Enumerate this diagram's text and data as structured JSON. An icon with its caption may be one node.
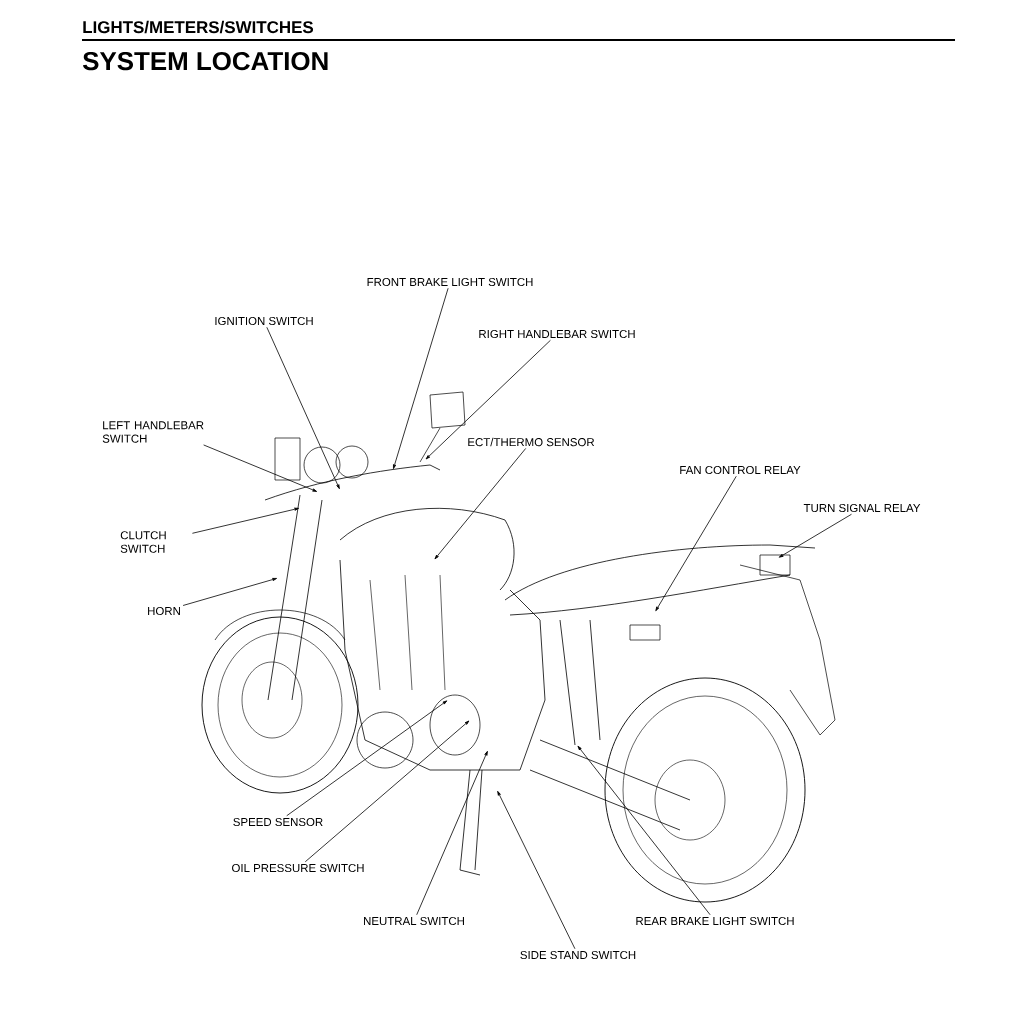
{
  "diagram": {
    "title": "SYSTEM LOCATION",
    "labels": [
      "LIGHTS/METERS/SWITCHES"
    ],
    "nodes": [
      {
        "text": [
          "FRONT BRAKE LIGHT SWITCH"
        ]
      },
      {
        "text": [
          "IGNITION SWITCH"
        ]
      },
      {
        "text": [
          "RIGHT HANDLEBAR SWITCH"
        ]
      },
      {
        "text": [
          "LEFT HANDLEBAR SWITCH"
        ]
      },
      {
        "text": [
          "ECT/THERMO SENSOR"
        ]
      },
      {
        "text": [
          "FAN CONTROL RELAY"
        ]
      },
      {
        "text": [
          "TURN SIGNAL RELAY"
        ]
      },
      {
        "text": [
          "CLUTCH SWITCH"
        ]
      },
      {
        "text": [
          "HORN"
        ]
      },
      {
        "text": [
          "SPEED SENSOR"
        ]
      },
      {
        "text": [
          "OIL PRESSURE SWITCH"
        ]
      },
      {
        "text": [
          "NEUTRAL SWITCH"
        ]
      },
      {
        "text": [
          "SIDE STAND SWITCH"
        ]
      },
      {
        "text": [
          "REAR BRAKE LIGHT SWITCH"
        ]
      }
    ],
    "edges": [
      {
        "from": 0,
        "to": null,
        "arrow": "to"
      },
      {
        "from": 1,
        "to": null,
        "arrow": "to"
      },
      {
        "from": 2,
        "to": null,
        "arrow": "to"
      },
      {
        "from": 3,
        "to": null,
        "arrow": "to"
      },
      {
        "from": 4,
        "to": null,
        "arrow": "to"
      },
      {
        "from": 5,
        "to": null,
        "arrow": "to"
      },
      {
        "from": 6,
        "to": null,
        "arrow": "to"
      },
      {
        "from": 7,
        "to": null,
        "arrow": "to"
      },
      {
        "from": 8,
        "to": null,
        "arrow": "to"
      },
      {
        "from": 9,
        "to": null,
        "arrow": "to"
      },
      {
        "from": 10,
        "to": null,
        "arrow": "to"
      },
      {
        "from": 11,
        "to": null,
        "arrow": "to"
      },
      {
        "from": 12,
        "to": null,
        "arrow": "to"
      },
      {
        "from": 13,
        "to": null,
        "arrow": "to"
      }
    ]
  }
}
